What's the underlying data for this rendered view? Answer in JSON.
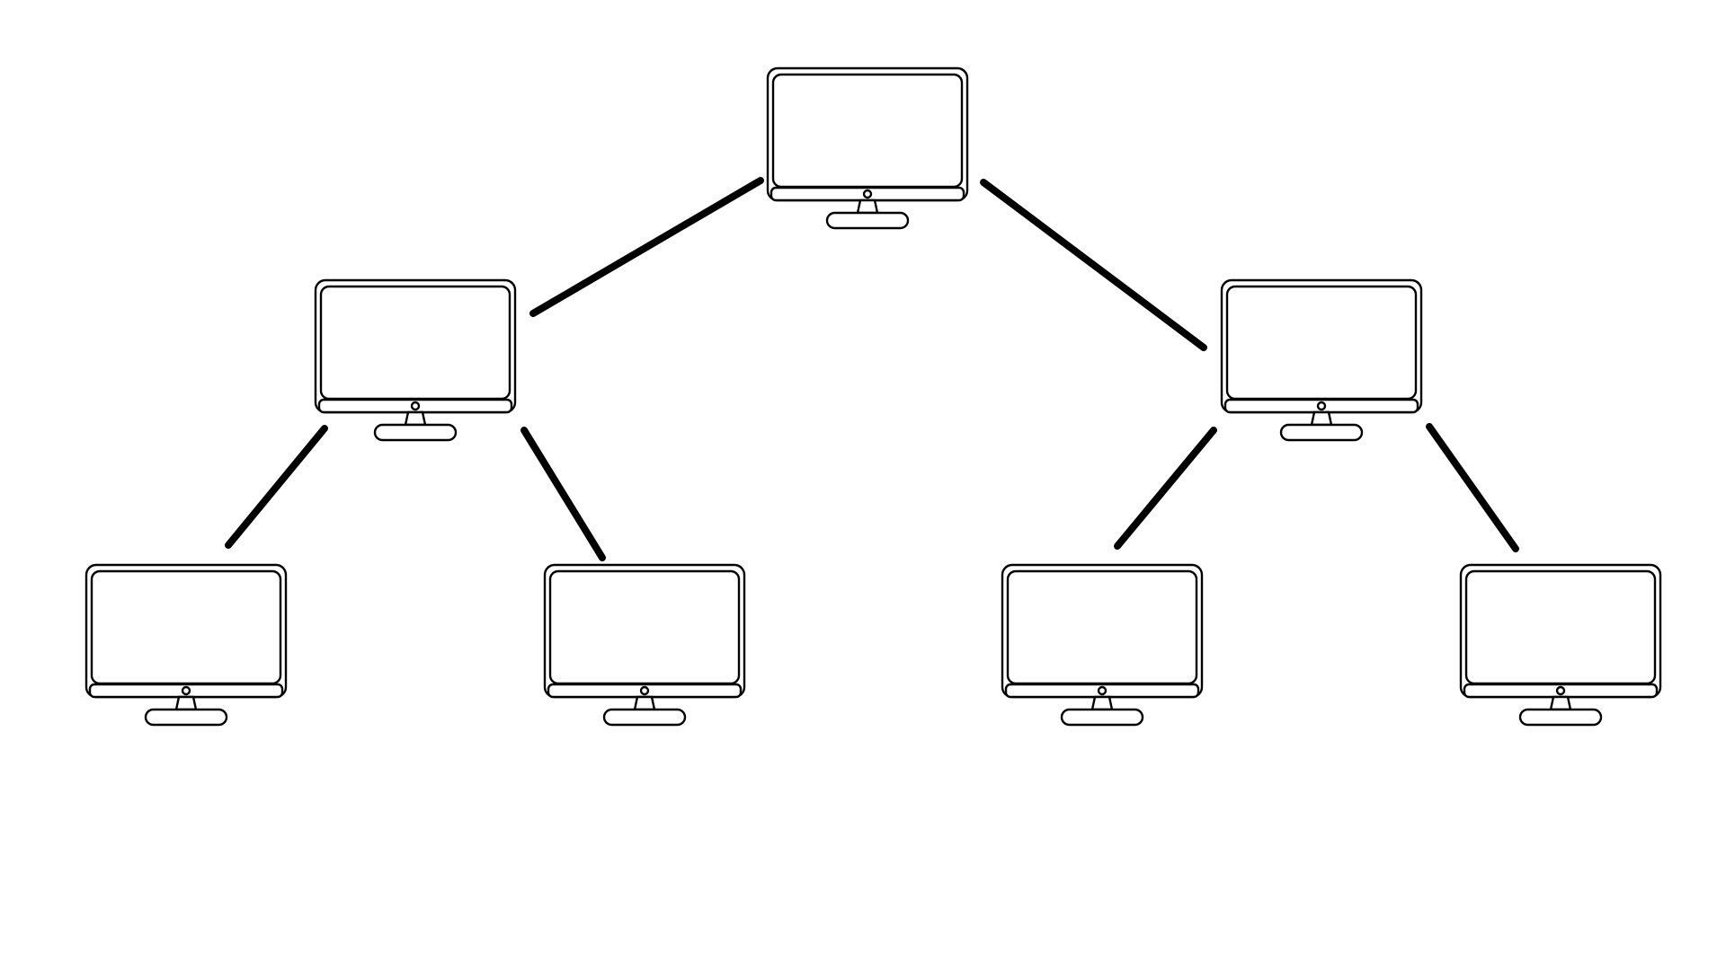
{
  "diagram": {
    "type": "tree",
    "node_icon": "monitor-icon",
    "nodes": [
      {
        "id": "root",
        "icon": "monitor-icon"
      },
      {
        "id": "left",
        "icon": "monitor-icon",
        "parent": "root"
      },
      {
        "id": "right",
        "icon": "monitor-icon",
        "parent": "root"
      },
      {
        "id": "left-left",
        "icon": "monitor-icon",
        "parent": "left"
      },
      {
        "id": "left-right",
        "icon": "monitor-icon",
        "parent": "left"
      },
      {
        "id": "right-left",
        "icon": "monitor-icon",
        "parent": "right"
      },
      {
        "id": "right-right",
        "icon": "monitor-icon",
        "parent": "right"
      }
    ],
    "colors": {
      "line": "#000000",
      "background": "#ffffff"
    }
  }
}
